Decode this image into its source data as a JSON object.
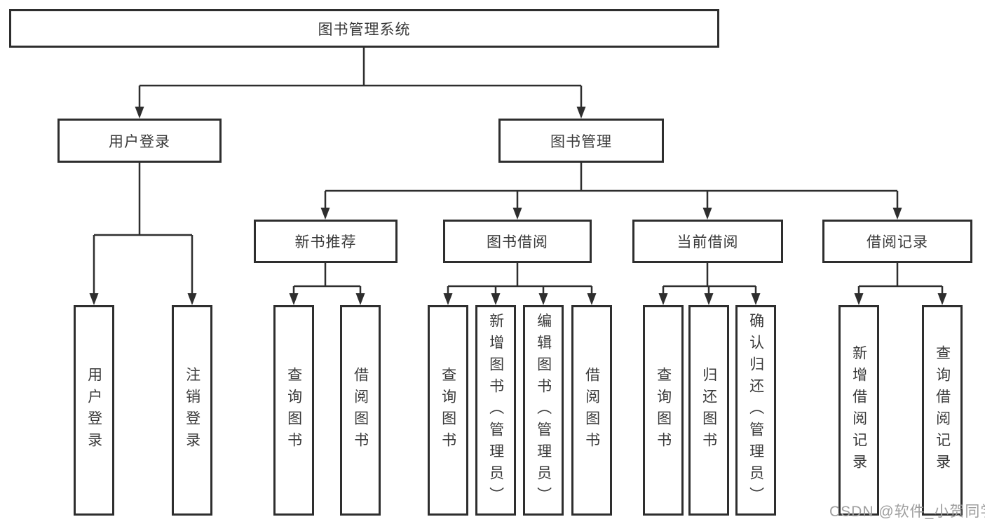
{
  "tree": {
    "root": "图书管理系统",
    "children": [
      {
        "label": "用户登录",
        "children": [
          "用户登录",
          "注销登录"
        ]
      },
      {
        "label": "图书管理",
        "children": [
          {
            "label": "新书推荐",
            "children": [
              "查询图书",
              "借阅图书"
            ]
          },
          {
            "label": "图书借阅",
            "children": [
              "查询图书",
              "新增图书（管理员）",
              "编辑图书（管理员）",
              "借阅图书"
            ]
          },
          {
            "label": "当前借阅",
            "children": [
              "查询图书",
              "归还图书",
              "确认归还（管理员）"
            ]
          },
          {
            "label": "借阅记录",
            "children": [
              "新增借阅记录",
              "查询借阅记录"
            ]
          }
        ]
      }
    ]
  },
  "watermark": {
    "text": "CSDN @软件_小贺同学"
  },
  "colors": {
    "line": "#2e2e2e",
    "box_border": "#2e2e2e",
    "box_fill": "#ffffff",
    "text": "#3a3a3a",
    "background": "#ffffff",
    "watermark": "#9e9e9e"
  }
}
